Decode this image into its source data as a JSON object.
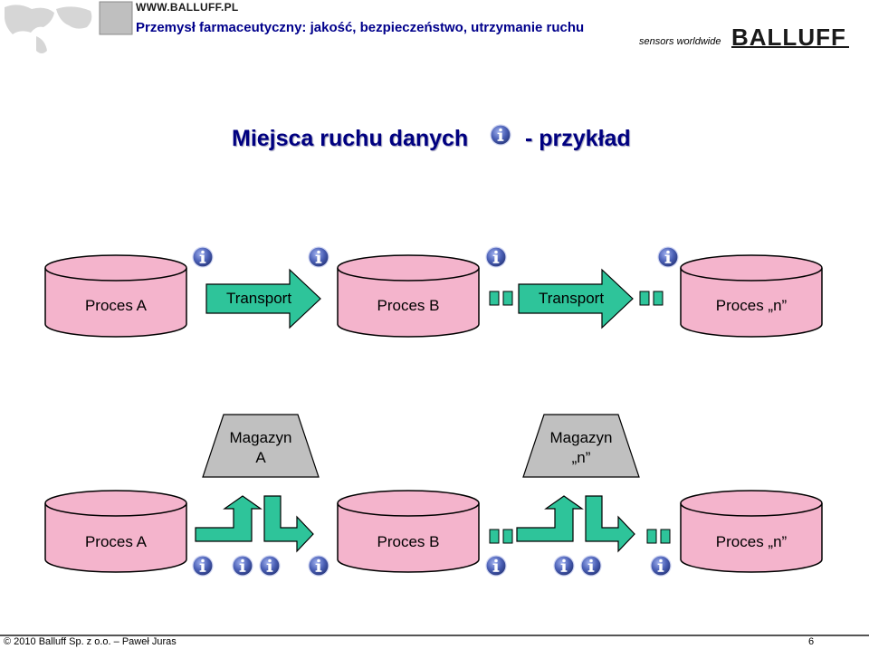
{
  "header": {
    "url": "WWW.BALLUFF.PL",
    "subtitle": "Przemysł farmaceutyczny: jakość, bezpieczeństwo, utrzymanie ruchu",
    "tagline": "sensors worldwide",
    "brand": "BALLUFF"
  },
  "slide": {
    "title_part1": "Miejsca ruchu danych",
    "title_part2": "- przykład",
    "info_glyph": "i"
  },
  "row1": {
    "process_a": "Proces A",
    "transport_1": "Transport",
    "process_b": "Proces B",
    "transport_2": "Transport",
    "process_n": "Proces „n”"
  },
  "storage": {
    "magazyn_a_line1": "Magazyn",
    "magazyn_a_line2": "A",
    "magazyn_n_line1": "Magazyn",
    "magazyn_n_line2": "„n”"
  },
  "row2": {
    "process_a": "Proces A",
    "process_b": "Proces B",
    "process_n": "Proces „n”"
  },
  "footer": {
    "copyright": "© 2010  Balluff Sp. z o.o.  – Paweł Juras",
    "page_number": "6"
  },
  "colors": {
    "cylinder_fill": "#f4b4cc",
    "arrow_fill": "#2ec49a",
    "trapezoid_fill": "#c0c0c0",
    "info_icon": "#4a5fb5",
    "title": "#000080",
    "subtitle": "#00008b"
  }
}
